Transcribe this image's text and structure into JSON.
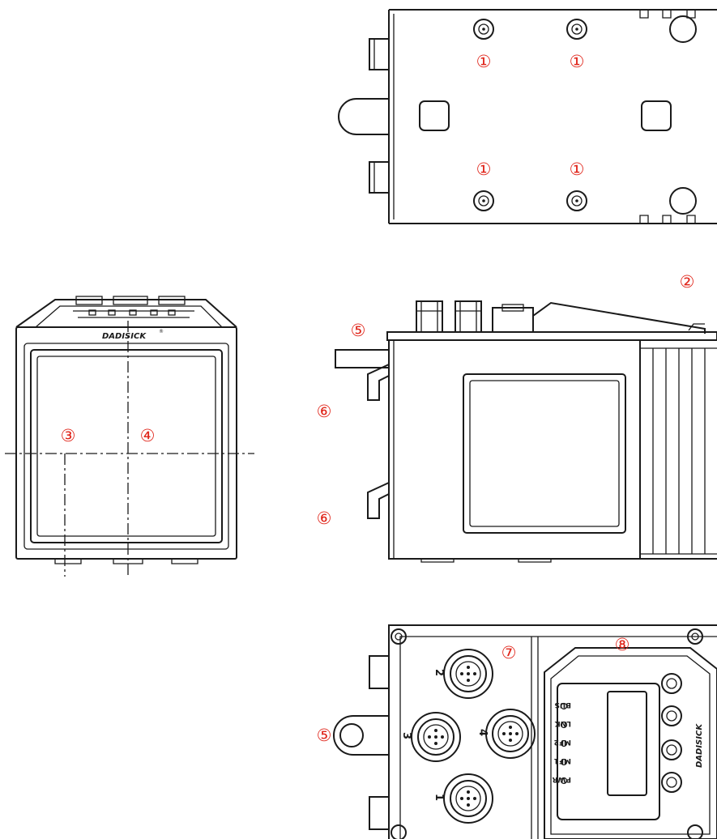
{
  "brand": {
    "name": "DADISICK",
    "reg": "®"
  },
  "callouts": {
    "c1": "①",
    "c2": "②",
    "c3": "③",
    "c4": "④",
    "c5": "⑤",
    "c6": "⑥",
    "c7": "⑦",
    "c8": "⑧"
  },
  "ports": [
    "2",
    "3",
    "4",
    "1"
  ],
  "leds": [
    "BUS",
    "LNK",
    "MF2",
    "MF1",
    "PWR"
  ],
  "colors": {
    "callout": "#e0261b",
    "line": "#1a1a1a"
  }
}
